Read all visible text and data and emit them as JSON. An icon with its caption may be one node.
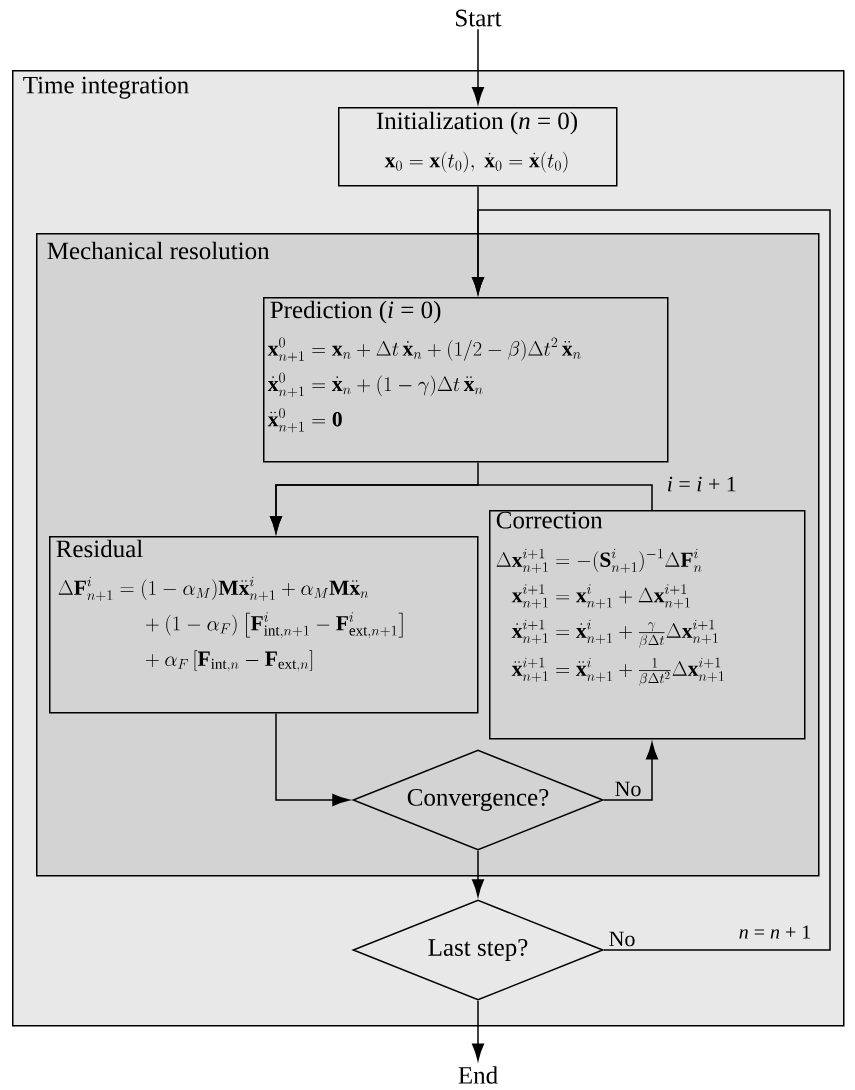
{
  "diagram": {
    "nodes": [
      {
        "text": [
          "Start"
        ]
      },
      {
        "text": [
          "Time integration"
        ]
      },
      {
        "text": [
          "Initialization (*n* = 0)",
          "\\mathbf{x}_0 = \\mathbf{x}(t_0),\\ \\dot{\\mathbf{x}}_0 = \\dot{\\mathbf{x}}(t_0)"
        ],
        "in": 1
      },
      {
        "text": [
          "Mechanical resolution"
        ],
        "in": 1
      },
      {
        "text": [
          "Prediction (*i* = 0)",
          "\\begin{aligned}\\mathbf{x}^0_{n+1} &= \\mathbf{x}_n + \\Delta t\\,\\dot{\\mathbf{x}}_n + (1/2-\\beta)\\Delta t^2\\,\\ddot{\\mathbf{x}}_n\\\\ \\dot{\\mathbf{x}}^0_{n+1} &= \\dot{\\mathbf{x}}_n + (1-\\gamma)\\Delta t\\,\\ddot{\\mathbf{x}}_n\\\\ \\ddot{\\mathbf{x}}^0_{n+1} &= \\mathbf{0}\\end{aligned}"
        ],
        "in": 3
      },
      {
        "text": [
          "Residual",
          "\\begin{aligned}\\Delta\\mathbf{F}^i_{n+1} = {} & (1-\\alpha_M)\\mathbf{M}\\ddot{\\mathbf{x}}^i_{n+1} + \\alpha_M\\mathbf{M}\\ddot{\\mathbf{x}}_n\\\\ & + (1-\\alpha_F)\\left[\\mathbf{F}^i_{\\mathrm{int},n+1} - \\mathbf{F}^i_{\\mathrm{ext},n+1}\\right]\\\\ & + \\alpha_F\\left[\\mathbf{F}_{\\mathrm{int},n} - \\mathbf{F}_{\\mathrm{ext},n}\\right]\\end{aligned}"
        ],
        "in": 3
      },
      {
        "text": [
          "Correction",
          "\\begin{aligned}\\Delta\\mathbf{x}^{i+1}_{n+1} &= -(\\mathbf{S}^i_{n+1})^{-1}\\Delta\\mathbf{F}^i_n\\\\ \\mathbf{x}^{i+1}_{n+1} &= \\mathbf{x}^i_{n+1} + \\Delta\\mathbf{x}^{i+1}_{n+1}\\\\ \\dot{\\mathbf{x}}^{i+1}_{n+1} &= \\dot{\\mathbf{x}}^i_{n+1} + \\tfrac{\\gamma}{\\beta\\Delta t}\\Delta\\mathbf{x}^{i+1}_{n+1}\\\\ \\ddot{\\mathbf{x}}^{i+1}_{n+1} &= \\ddot{\\mathbf{x}}^i_{n+1} + \\tfrac{1}{\\beta\\Delta t^2}\\Delta\\mathbf{x}^{i+1}_{n+1}\\end{aligned}"
        ],
        "in": 3
      },
      {
        "text": [
          "Convergence?"
        ],
        "in": 3
      },
      {
        "text": [
          "Last step?"
        ],
        "in": 1
      },
      {
        "text": [
          "End"
        ]
      }
    ],
    "edges": [
      {
        "from": 0,
        "to": 2,
        "arrow": "to"
      },
      {
        "from": 2,
        "to": 4,
        "arrow": "to"
      },
      {
        "from": 4,
        "to": 5,
        "arrow": "to"
      },
      {
        "from": 6,
        "to": 5,
        "arrow": "to",
        "label": "*i* = *i* + 1"
      },
      {
        "from": 5,
        "to": 7,
        "arrow": "to"
      },
      {
        "from": 7,
        "to": 6,
        "arrow": "to",
        "label": "No"
      },
      {
        "from": 7,
        "to": 8,
        "arrow": "to"
      },
      {
        "from": 8,
        "to": 4,
        "arrow": "to",
        "label": "No"
      },
      {
        "from": 8,
        "to": 9,
        "arrow": "to"
      }
    ],
    "labels": [
      "*n* = *n* + 1"
    ]
  }
}
